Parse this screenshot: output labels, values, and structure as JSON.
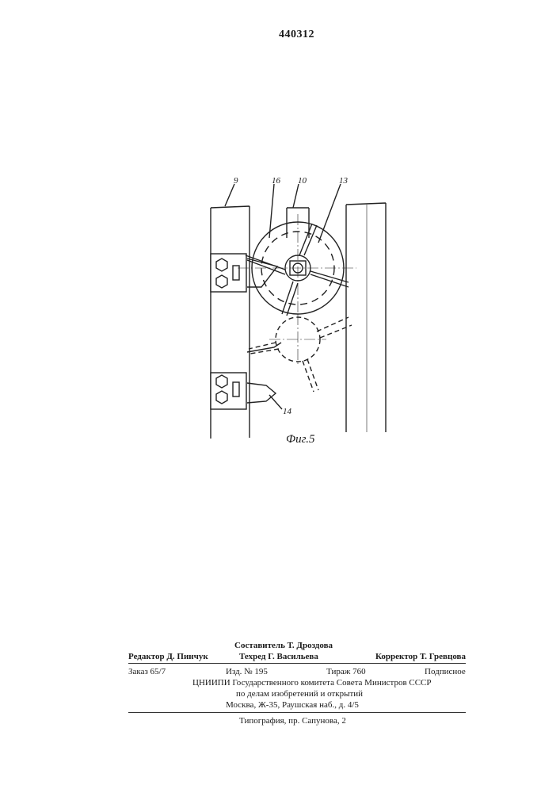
{
  "patent_number": "440312",
  "figure_caption": "Фиг.5",
  "drawing_numerals": {
    "n9": "9",
    "n16": "16",
    "n10": "10",
    "n13": "13",
    "n14": "14"
  },
  "imprint": {
    "compiler": "Составитель Т. Дроздова",
    "editor": "Редактор Д. Пинчук",
    "techred": "Техред Г. Васильева",
    "corrector": "Корректор Т. Гревцова",
    "order": "Заказ 65/7",
    "edition": "Изд. № 195",
    "circulation": "Тираж 760",
    "subscription": "Подписное",
    "institute": "ЦНИИПИ Государственного комитета Совета Министров СССР",
    "institute_sub": "по делам изобретений и открытий",
    "address": "Москва, Ж-35, Раушская наб., д. 4/5",
    "printing": "Типография, пр. Сапунова, 2"
  }
}
